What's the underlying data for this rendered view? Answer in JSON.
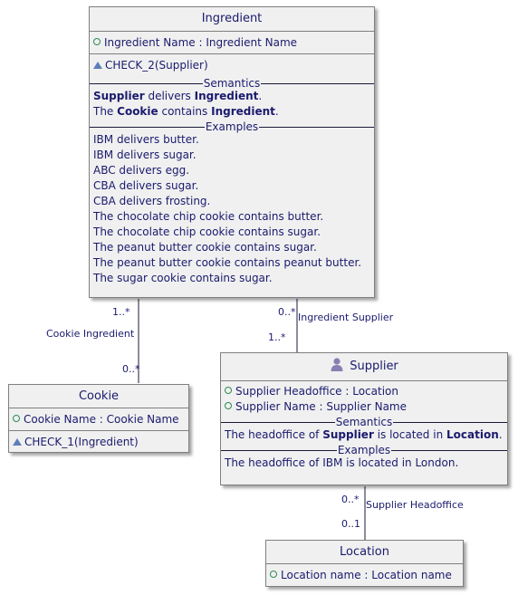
{
  "ingredient": {
    "title": "Ingredient",
    "attribute": "Ingredient Name : Ingredient Name",
    "constraint": "CHECK_2(Supplier)",
    "semantics_label": "Semantics",
    "semantics": [
      {
        "a": "Supplier",
        "b": " delivers ",
        "c": "Ingredient",
        "d": "."
      },
      {
        "pre": "The ",
        "a": "Cookie",
        "b": " contains ",
        "c": "Ingredient",
        "d": "."
      }
    ],
    "examples_label": "Examples",
    "examples": [
      "IBM delivers butter.",
      "IBM delivers sugar.",
      "ABC delivers egg.",
      "CBA delivers sugar.",
      "CBA delivers frosting.",
      "The chocolate chip cookie contains butter.",
      "The chocolate chip cookie contains sugar.",
      "The peanut butter cookie contains sugar.",
      "The peanut butter cookie contains peanut butter.",
      "The sugar cookie contains sugar."
    ]
  },
  "cookie": {
    "title": "Cookie",
    "attribute": "Cookie Name : Cookie Name",
    "constraint": "CHECK_1(Ingredient)"
  },
  "supplier": {
    "title": "Supplier",
    "icon": "person-icon",
    "attributes": [
      "Supplier Headoffice : Location",
      "Supplier Name : Supplier Name"
    ],
    "semantics_label": "Semantics",
    "semantics": {
      "pre": "The headoffice of ",
      "a": "Supplier",
      "b": " is located in ",
      "c": "Location",
      "d": "."
    },
    "examples_label": "Examples",
    "examples": [
      "The headoffice of IBM is located in London."
    ]
  },
  "location": {
    "title": "Location",
    "attribute": "Location name : Location name"
  },
  "associations": {
    "cookie_ingredient": {
      "label": "Cookie Ingredient",
      "mult_top": "1..*",
      "mult_bottom": "0..*"
    },
    "ingredient_supplier": {
      "label": "Ingredient Supplier",
      "mult_top": "0..*",
      "mult_bottom": "1..*"
    },
    "supplier_headoffice": {
      "label": "Supplier Headoffice",
      "mult_top": "0..*",
      "mult_bottom": "0..1"
    }
  }
}
